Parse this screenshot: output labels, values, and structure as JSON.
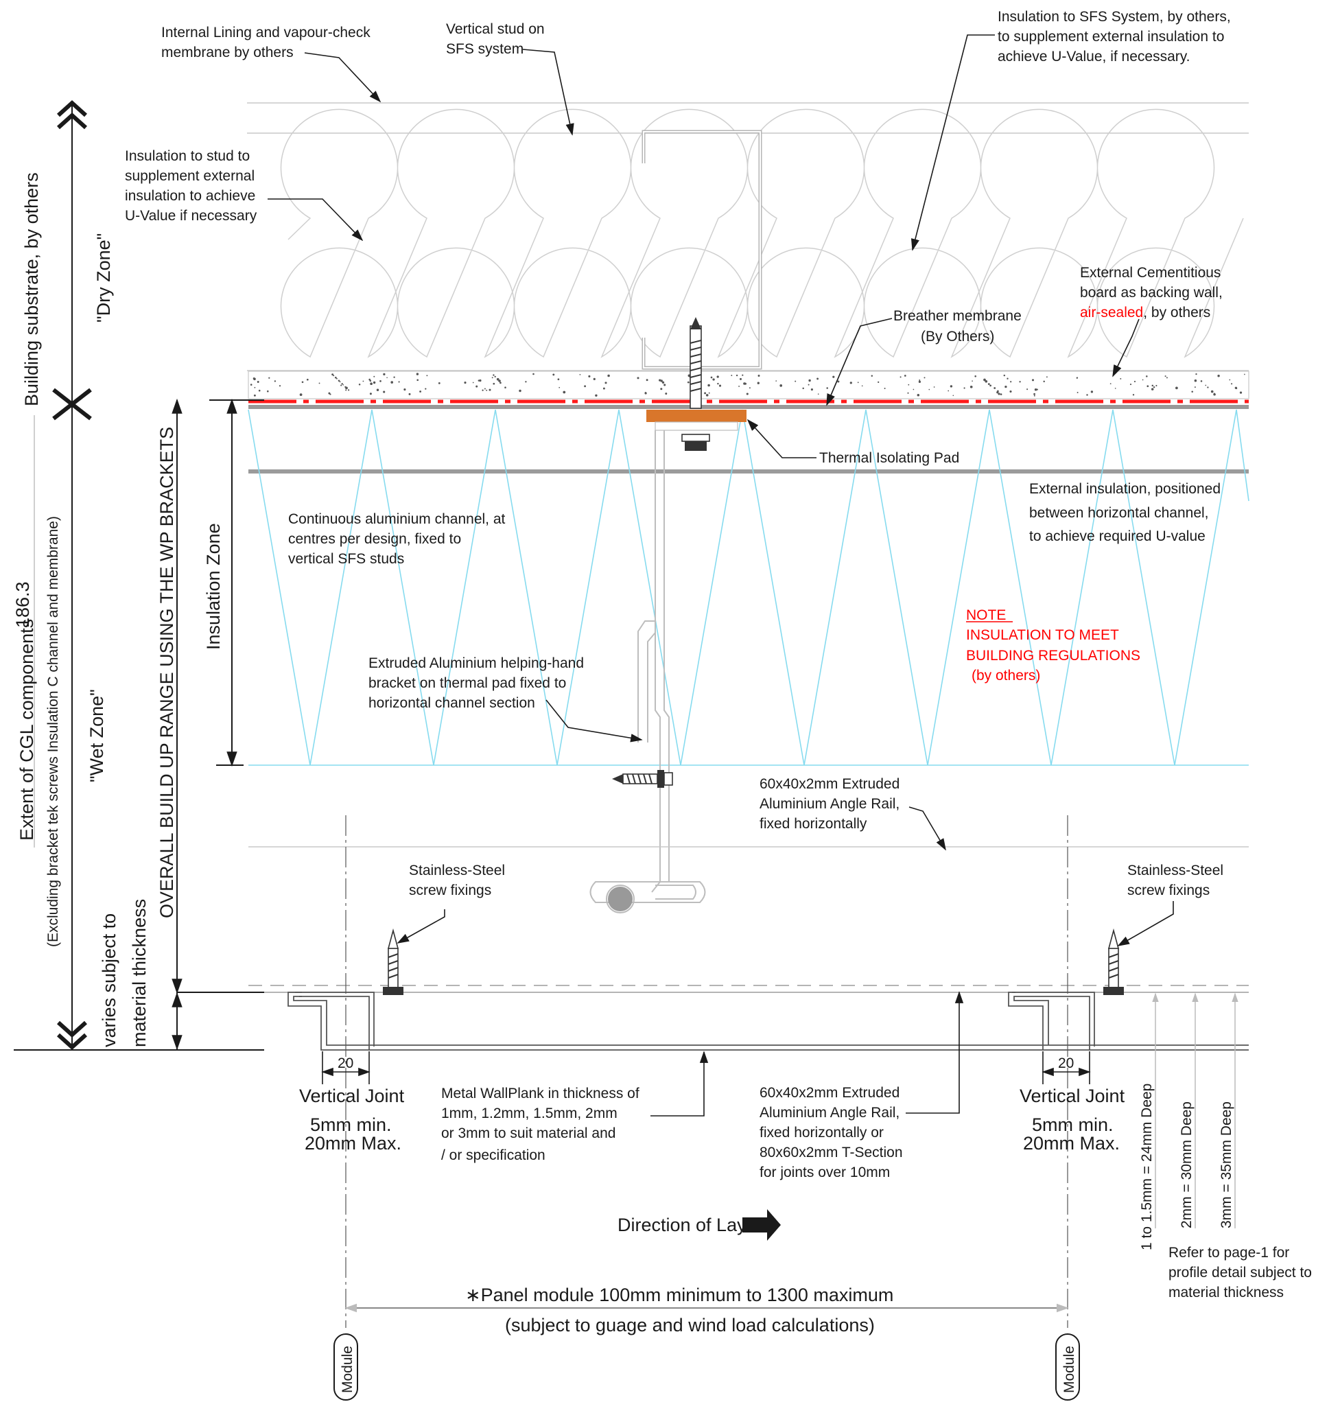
{
  "labels": {
    "lining_1": "Internal Lining and vapour-check",
    "lining_2": "membrane by others",
    "stud_1": "Vertical stud on",
    "stud_2": "SFS system",
    "sfs_ins_1": "Insulation to SFS System, by others,",
    "sfs_ins_2": "to supplement external insulation to",
    "sfs_ins_3": "achieve U-Value, if necessary.",
    "stud_ins_1": "Insulation to stud to",
    "stud_ins_2": "supplement external",
    "stud_ins_3": "insulation to achieve",
    "stud_ins_4": "U-Value if necessary",
    "ext_board_1": "External Cementitious",
    "ext_board_2": "board as backing wall,",
    "ext_board_3_red": "air-sealed",
    "ext_board_3_rest": ", by others",
    "breather_1": "Breather membrane",
    "breather_2": "(By Others)",
    "thermal_pad": "Thermal Isolating Pad",
    "ext_ins_1": "External insulation, positioned",
    "ext_ins_2": "between horizontal channel,",
    "ext_ins_3": "to achieve required U-value",
    "channel_1": "Continuous aluminium channel, at",
    "channel_2": "centres per design, fixed to",
    "channel_3": "vertical SFS studs",
    "note_1": "NOTE",
    "note_2": "INSULATION TO MEET",
    "note_3": "BUILDING REGULATIONS",
    "note_4": "(by others)",
    "bracket_1": "Extruded Aluminium helping-hand",
    "bracket_2": "bracket on thermal pad fixed to",
    "bracket_3": "horizontal channel section",
    "rail_1": "60x40x2mm Extruded",
    "rail_2": "Aluminium Angle Rail,",
    "rail_3": "fixed horizontally",
    "screw_1": "Stainless-Steel",
    "screw_2": "screw fixings",
    "vj_title": "Vertical Joint",
    "vj_min": "5mm min.",
    "vj_max": "20mm Max.",
    "dim_20": "20",
    "plank_1": "Metal WallPlank in thickness of",
    "plank_2": "1mm, 1.2mm, 1.5mm, 2mm",
    "plank_3": "or 3mm to suit material and",
    "plank_4": "/ or specification",
    "rail2_1": "60x40x2mm Extruded",
    "rail2_2": "Aluminium Angle Rail,",
    "rail2_3": "fixed horizontally or",
    "rail2_4": "80x60x2mm T-Section",
    "rail2_5": "for joints over 10mm",
    "direction": "Direction of Lay",
    "module_1": "∗Panel module 100mm minimum to 1300 maximum",
    "module_2": "(subject to guage and wind load calculations)",
    "module_tag": "Module",
    "depth_1": "1 to 1.5mm = 24mm Deep",
    "depth_2": "2mm = 30mm Deep",
    "depth_3": "3mm = 35mm Deep",
    "refer_1": "Refer to page-1 for",
    "refer_2": "profile detail subject to",
    "refer_3": "material thickness",
    "building_substrate": "Building substrate, by others",
    "dry_zone": "\"Dry Zone\"",
    "wet_zone": "\"Wet Zone\"",
    "extent_cgl": "Extent of CGL components",
    "extent_dim": "186.3",
    "excluding": "(Excluding bracket tek screws Insulation C channel and membrane)",
    "varies_1": "varies subject to",
    "varies_2": "material thickness",
    "overall": "OVERALL BUILD UP RANGE USING  THE WP BRACKETS",
    "ins_zone": "Insulation Zone"
  },
  "colors": {
    "line": "#1a1a1a",
    "light": "#c8c8c8",
    "insulation_cyan": "#7fd8ec",
    "membrane_red": "#ff1a1a",
    "pad": "#d9762b",
    "channel_grey": "#999999"
  }
}
